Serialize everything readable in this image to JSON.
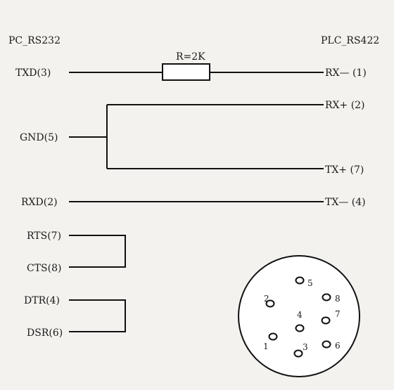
{
  "left_header": "PC_RS232",
  "right_header": "PLC_RS422",
  "resistor_label": "R=2K",
  "left_pins": {
    "txd": "TXD(3)",
    "gnd": "GND(5)",
    "rxd": "RXD(2)",
    "rts": "RTS(7)",
    "cts": "CTS(8)",
    "dtr": "DTR(4)",
    "dsr": "DSR(6)"
  },
  "right_pins": {
    "rx_minus": "RX— (1)",
    "rx_plus": "RX+ (2)",
    "tx_plus": "TX+ (7)",
    "tx_minus": "TX— (4)"
  },
  "connector_pins": [
    "1",
    "2",
    "3",
    "4",
    "5",
    "6",
    "7",
    "8"
  ]
}
